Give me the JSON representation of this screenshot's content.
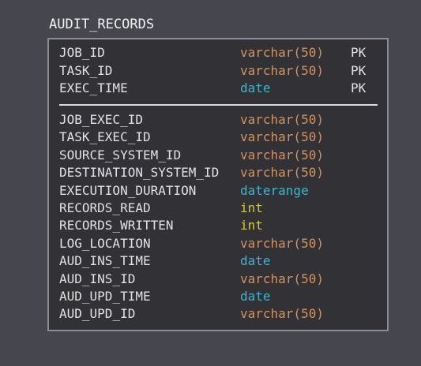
{
  "entity": {
    "name": "AUDIT_RECORDS",
    "key_columns": [
      {
        "name": "JOB_ID",
        "type": "varchar(50)",
        "key": "PK",
        "type_class": "varchar"
      },
      {
        "name": "TASK_ID",
        "type": "varchar(50)",
        "key": "PK",
        "type_class": "varchar"
      },
      {
        "name": "EXEC_TIME",
        "type": "date",
        "key": "PK",
        "type_class": "date"
      }
    ],
    "columns": [
      {
        "name": "JOB_EXEC_ID",
        "type": "varchar(50)",
        "type_class": "varchar"
      },
      {
        "name": "TASK_EXEC_ID",
        "type": "varchar(50)",
        "type_class": "varchar"
      },
      {
        "name": "SOURCE_SYSTEM_ID",
        "type": "varchar(50)",
        "type_class": "varchar"
      },
      {
        "name": "DESTINATION_SYSTEM_ID",
        "type": "varchar(50)",
        "type_class": "varchar"
      },
      {
        "name": "EXECUTION_DURATION",
        "type": "daterange",
        "type_class": "daterange"
      },
      {
        "name": "RECORDS_READ",
        "type": "int",
        "type_class": "int"
      },
      {
        "name": "RECORDS_WRITTEN",
        "type": "int",
        "type_class": "int"
      },
      {
        "name": "LOG_LOCATION",
        "type": "varchar(50)",
        "type_class": "varchar"
      },
      {
        "name": "AUD_INS_TIME",
        "type": "date",
        "type_class": "date"
      },
      {
        "name": "AUD_INS_ID",
        "type": "varchar(50)",
        "type_class": "varchar"
      },
      {
        "name": "AUD_UPD_TIME",
        "type": "date",
        "type_class": "date"
      },
      {
        "name": "AUD_UPD_ID",
        "type": "varchar(50)",
        "type_class": "varchar"
      }
    ]
  },
  "colors": {
    "background": "#46464e",
    "box_fill": "#313136",
    "box_border": "#8c8c92",
    "text": "#e2e2e2",
    "varchar": "#d4935c",
    "date": "#36b8d6",
    "int": "#d9c637"
  }
}
